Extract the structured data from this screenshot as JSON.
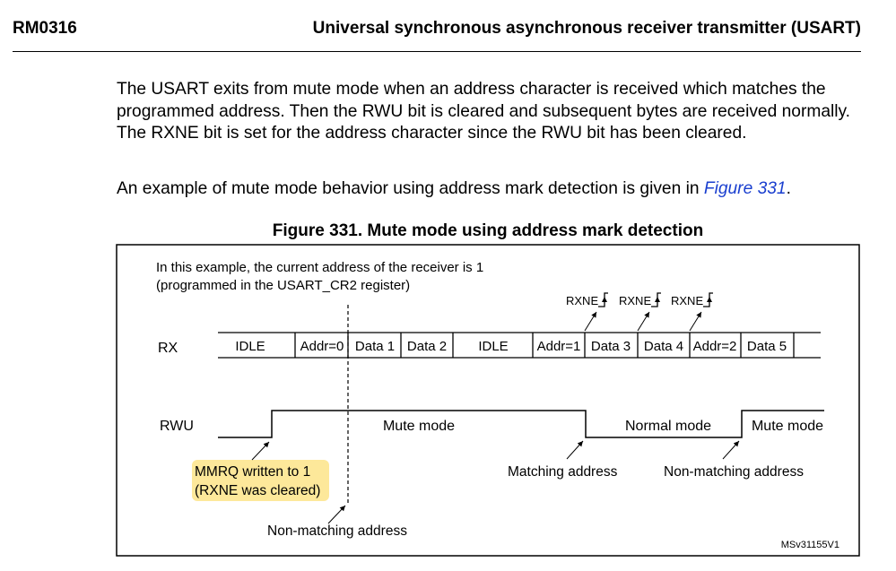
{
  "header": {
    "doc_id": "RM0316",
    "chapter_title": "Universal synchronous asynchronous receiver transmitter (USART)"
  },
  "body": {
    "paragraph1": "The USART exits from mute mode when an address character is received which matches the programmed address. Then the RWU bit is cleared and subsequent bytes are received normally. The RXNE bit is set for the address character since the RWU bit has been cleared.",
    "paragraph2_text": "An example of mute mode behavior using address mark detection is given in ",
    "paragraph2_link": "Figure 331",
    "paragraph2_end": "."
  },
  "figure": {
    "caption": "Figure 331. Mute mode using address mark detection",
    "note_line1": "In this example, the current address of the receiver is 1",
    "note_line2": "(programmed in the USART_CR2 register)",
    "rx_label": "RX",
    "rwu_label": "RWU",
    "rx_frames": [
      "IDLE",
      "Addr=0",
      "Data 1",
      "Data 2",
      "IDLE",
      "Addr=1",
      "Data 3",
      "Data 4",
      "Addr=2",
      "Data 5"
    ],
    "rxne_label": "RXNE",
    "rwu_states": [
      "Mute mode",
      "Normal mode",
      "Mute mode"
    ],
    "annotations": {
      "mmrq_line1": "MMRQ written to 1",
      "mmrq_line2": "(RXNE was cleared)",
      "non_matching_1": "Non-matching address",
      "matching": "Matching address",
      "non_matching_2": "Non-matching address"
    },
    "figure_id": "MSv31155V1",
    "highlight_color": "#fde89a"
  }
}
